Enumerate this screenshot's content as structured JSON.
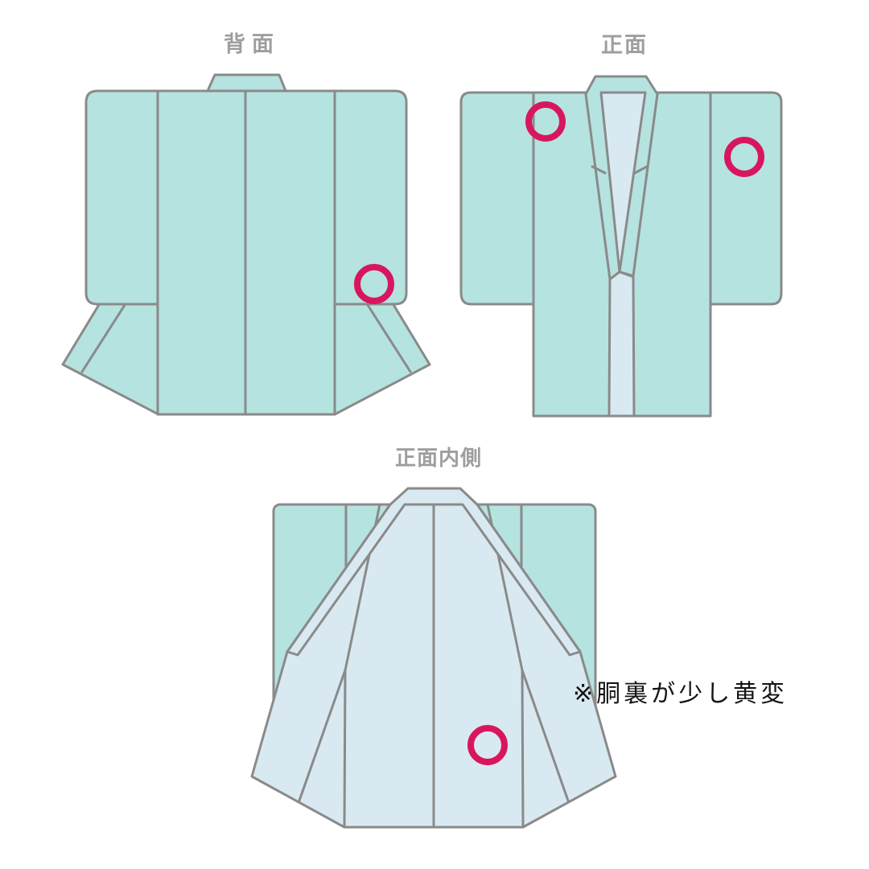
{
  "page": {
    "background": "#ffffff",
    "description_labels": {
      "back_view": "背面",
      "front_view": "正面",
      "front_inside_view": "正面内側"
    },
    "annotation": {
      "text": "※胴裏が少し黄変"
    }
  },
  "colors": {
    "kimono_fill": "#b5e3e0",
    "lining_fill": "#d9e9f1",
    "outline": "#8a8a8a",
    "marker": "#d8165e",
    "label_text": "#9e9e9e",
    "annotation_text": "#141414"
  },
  "markers": {
    "meaning": "damage-location-circle",
    "back_view_count": 1,
    "front_view_count": 2,
    "front_inside_view_count": 1
  }
}
